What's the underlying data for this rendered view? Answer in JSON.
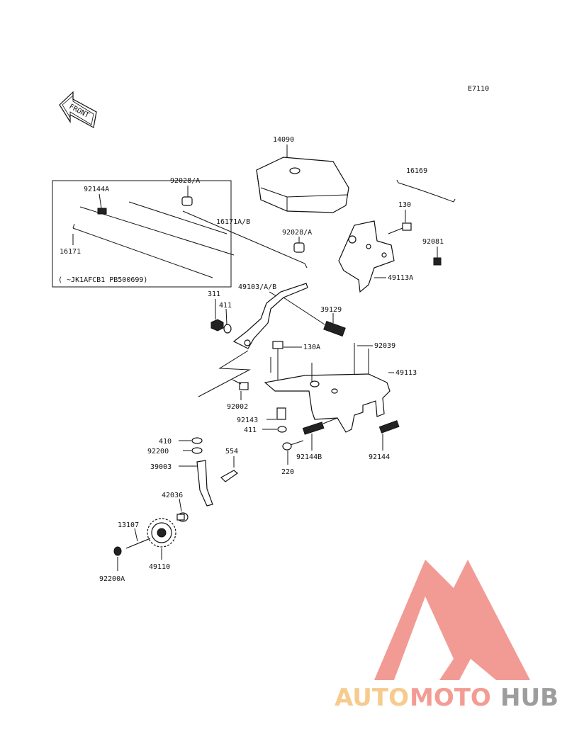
{
  "diagram_code": "E7110",
  "front_label": "FRONT",
  "serial_note": "(   ~JK1AFCB1 PB500699)",
  "parts": {
    "p14090": "14090",
    "p16169": "16169",
    "p92028a_top": "92028/A",
    "p92144a": "92144A",
    "p16171ab": "16171A/B",
    "p130": "130",
    "p92028a_mid": "92028/A",
    "p92081": "92081",
    "p16171": "16171",
    "p49113a": "49113A",
    "p311": "311",
    "p411_top": "411",
    "p49103ab": "49103/A/B",
    "p39129": "39129",
    "p130a": "130A",
    "p92039": "92039",
    "p49113": "49113",
    "p92002": "92002",
    "p92143": "92143",
    "p411_mid": "411",
    "p410": "410",
    "p92200": "92200",
    "p554": "554",
    "p92144b": "92144B",
    "p92144": "92144",
    "p220": "220",
    "p39003": "39003",
    "p42036": "42036",
    "p13107": "13107",
    "p49110": "49110",
    "p92200a": "92200A"
  },
  "watermark": {
    "text_auto": "AUTO",
    "text_moto": "MOTO",
    "text_hub": "HUB",
    "color_auto": "#f5c27a",
    "color_moto": "#f28b82",
    "color_hub": "#8c8c8c",
    "triangle_color": "#f08a82"
  }
}
